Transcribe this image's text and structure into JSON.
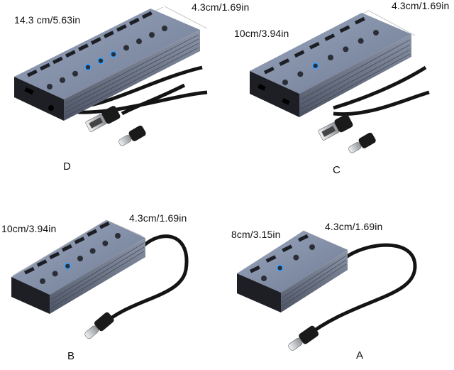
{
  "panels": {
    "D": {
      "letter": "D",
      "length": "14.3 cm/5.63in",
      "width": "4.3cm/1.69in",
      "ports": 10,
      "connector": "USB-A + USB-C"
    },
    "C": {
      "letter": "C",
      "length": "10cm/3.94in",
      "width": "4.3cm/1.69in",
      "ports": 7,
      "connector": "USB-A + USB-C"
    },
    "B": {
      "letter": "B",
      "length": "10cm/3.94in",
      "width": "4.3cm/1.69in",
      "ports": 7,
      "connector": "USB-C"
    },
    "A": {
      "letter": "A",
      "length": "8cm/3.15in",
      "width": "4.3cm/1.69in",
      "ports": 4,
      "connector": "USB-C"
    }
  },
  "colors": {
    "body": "#7d8aa3",
    "dark": "#2b2e36",
    "led": "#3aa0ff",
    "cable": "#141414"
  }
}
